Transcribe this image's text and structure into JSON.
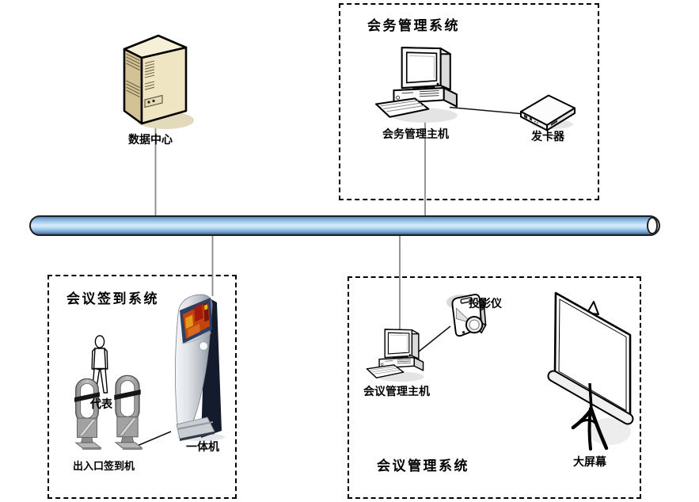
{
  "groups": [
    {
      "id": "conference-affairs-system",
      "title": "会务管理系统"
    },
    {
      "id": "meeting-checkin-system",
      "title": "会议签到系统"
    },
    {
      "id": "meeting-management-system",
      "title": "会议管理系统"
    }
  ],
  "nodes": [
    {
      "id": "data-center",
      "label": "数据中心",
      "icon": "server-tower"
    },
    {
      "id": "affairs-host",
      "label": "会务管理主机",
      "icon": "desktop-computer"
    },
    {
      "id": "card-issuer",
      "label": "发卡器",
      "icon": "card-issuer-box"
    },
    {
      "id": "delegate",
      "label": "代表",
      "icon": "person-outline"
    },
    {
      "id": "entrance-checkin-machine",
      "label": "出入口签到机",
      "icon": "security-gates"
    },
    {
      "id": "kiosk",
      "label": "一体机",
      "icon": "touch-kiosk"
    },
    {
      "id": "meeting-host",
      "label": "会议管理主机",
      "icon": "desktop-computer"
    },
    {
      "id": "projector",
      "label": "投影仪",
      "icon": "projector"
    },
    {
      "id": "big-screen",
      "label": "大屏幕",
      "icon": "projection-screen"
    }
  ],
  "bus": {
    "name": "network-bus",
    "shape": "horizontal-pipe"
  },
  "colors": {
    "background": "#ffffff",
    "box_border": "#000000",
    "bus_light": "#d9edfb",
    "bus_dark": "#3f618c",
    "bus_border": "#1f1f1f",
    "connector_gray": "#8a8a8a",
    "connector_black": "#111111",
    "server_beige": "#efe5c2",
    "kiosk_screen_orange": "#c2450e",
    "kiosk_bezel_navy": "#2c4066"
  }
}
